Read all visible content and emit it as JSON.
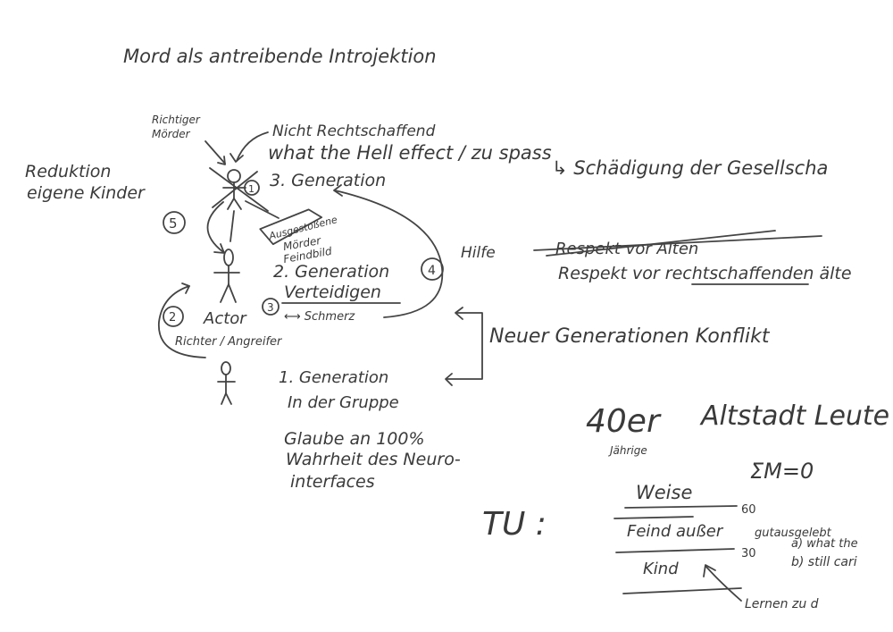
{
  "title": "Mord als antreibende Introjektion",
  "labels": {
    "richtiger_moerder": [
      "Richtiger",
      "Mörder"
    ],
    "nicht_rechtschaffend": "Nicht Rechtschaffend",
    "what_the_effect": "what the Hell effect / zu spass",
    "schaedigung": "↳ Schädigung der Gesellscha",
    "reduktion": [
      "Reduktion",
      "eigene Kinder"
    ],
    "circle_1": "1",
    "gen3": "3. Generation",
    "circle_5": "5",
    "box_top": "Ausgestoßene",
    "box_bottom": [
      "Mörder",
      "Feindbild"
    ],
    "hilfe": "Hilfe",
    "respekt_struck": "Respekt vor Alten",
    "respekt": "Respekt vor rechtschaffenden älte",
    "circle_4": "4",
    "gen2": "2. Generation",
    "verteidigen": "Verteidigen",
    "circle_3": "3",
    "schmerz": "⟷ Schmerz",
    "circle_2": "2",
    "actor": "Actor",
    "richter": "Richter / Angreifer",
    "neuer_konflikt": "Neuer Generationen Konflikt",
    "gen1": "1. Generation",
    "in_der_gruppe": "In der Gruppe",
    "glaube": [
      "Glaube an 100%",
      "Wahrheit des Neuro-",
      "interfaces"
    ],
    "vierziger": "40er",
    "jaehrige": "Jährige",
    "altstadt": "Altstadt Leute",
    "sum": "ΣM=0",
    "tu": "TU :",
    "weise": "Weise",
    "n60": "60",
    "feind": "Feind außer",
    "ausgestossen": "gutausgelebt",
    "a_what": "a) what the",
    "b_still": "b) still cari",
    "n30": "30",
    "kind": "Kind",
    "lernen": "Lernen zu d"
  },
  "ink_color": "#444444"
}
